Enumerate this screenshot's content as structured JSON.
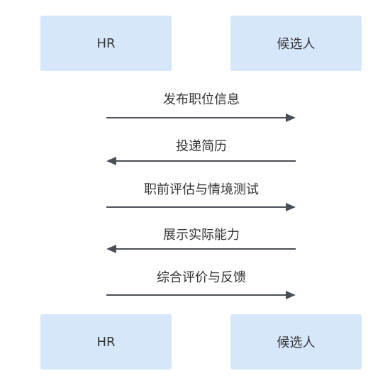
{
  "participants": {
    "hr": "HR",
    "candidate": "候选人"
  },
  "messages": [
    {
      "label": "发布职位信息",
      "from": "hr",
      "to": "candidate"
    },
    {
      "label": "投递简历",
      "from": "candidate",
      "to": "hr"
    },
    {
      "label": "职前评估与情境测试",
      "from": "hr",
      "to": "candidate"
    },
    {
      "label": "展示实际能力",
      "from": "candidate",
      "to": "hr"
    },
    {
      "label": "综合评价与反馈",
      "from": "hr",
      "to": "candidate"
    }
  ],
  "colors": {
    "box": "#d6e6fb",
    "arrow": "#4a4f57",
    "text": "#333333"
  }
}
